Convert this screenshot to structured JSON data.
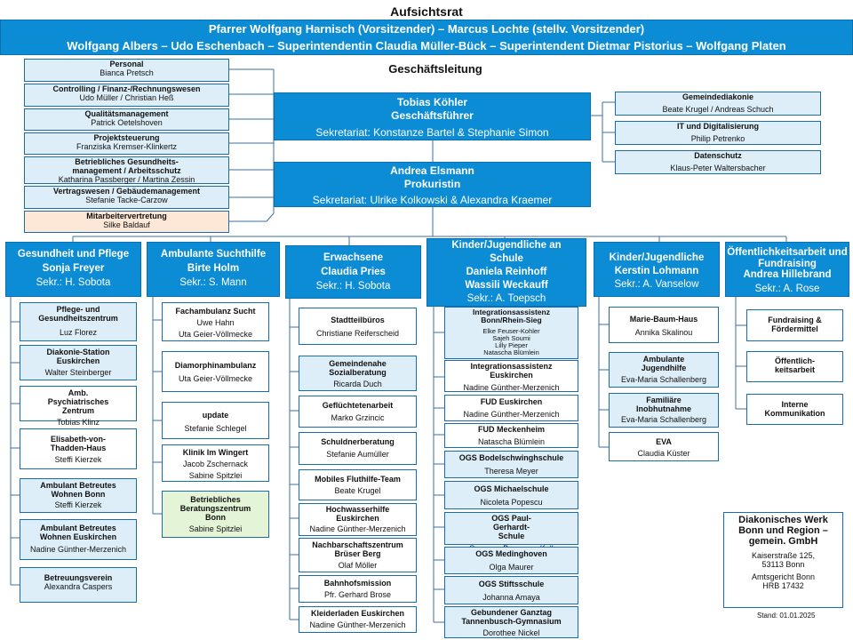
{
  "aufsichtsrat": {
    "title": "Aufsichtsrat",
    "line1": "Pfarrer Wolfgang Harnisch (Vorsitzender) – Marcus Lochte (stellv. Vorsitzender)",
    "line2": "Wolfgang Albers – Udo Eschenbach – Superintendentin Claudia Müller-Bück – Superintendent Dietmar Pistorius – Wolfgang Platen"
  },
  "geschaeftsleitung_title": "Geschäftsleitung",
  "gf": {
    "name": "Tobias Köhler",
    "role": "Geschäftsführer",
    "sek": "Sekretariat: Konstanze Bartel & Stephanie Simon"
  },
  "prokurist": {
    "name": "Andrea Elsmann",
    "role": "Prokuristin",
    "sek": "Sekretariat: Ulrike Kolkowski & Alexandra Kraemer"
  },
  "staff_left": [
    {
      "title": "Personal",
      "person": "Bianca Pretsch"
    },
    {
      "title": "Controlling / Finanz-/Rechnungswesen",
      "person": "Udo Müller / Christian Heß"
    },
    {
      "title": "Qualitätsmanagement",
      "person": "Patrick Oetelshoven"
    },
    {
      "title": "Projektsteuerung",
      "person": "Franziska Kremser-Klinkertz"
    },
    {
      "title": "Betriebliches Gesundheits-management / Arbeitsschutz",
      "person": "Katharina Passberger / Martina Zessin"
    },
    {
      "title": "Vertragswesen / Gebäudemanagement",
      "person": "Stefanie Tacke-Carzow"
    },
    {
      "title": "Mitarbeitervertretung",
      "person": "Silke Baldauf"
    }
  ],
  "staff_right": [
    {
      "title": "Gemeindediakonie",
      "person": "Beate Krugel / Andreas Schuch"
    },
    {
      "title": "IT und Digitalisierung",
      "person": "Philip Petrenko"
    },
    {
      "title": "Datenschutz",
      "person": "Klaus-Peter Waltersbacher"
    }
  ],
  "departments": [
    {
      "title": "Gesundheit und Pflege",
      "head": "Sonja Freyer",
      "sek": "Sekr.: H. Sobota",
      "units": [
        {
          "title": "Pflege- und Gesundheitszentrum",
          "person": "Luz Florez"
        },
        {
          "title": "Diakonie-Station Euskirchen",
          "person": "Walter Steinberger"
        },
        {
          "title": "Amb. Psychiatrisches Zentrum",
          "person": "Tobias Klinz"
        },
        {
          "title": "Elisabeth-von-Thadden-Haus",
          "person": "Steffi Kierzek"
        },
        {
          "title": "Ambulant Betreutes Wohnen Bonn",
          "person": "Steffi Kierzek"
        },
        {
          "title": "Ambulant Betreutes Wohnen Euskirchen",
          "person": "Nadine Günther-Merzenich"
        },
        {
          "title": "Betreuungsverein",
          "person": "Alexandra Caspers"
        }
      ]
    },
    {
      "title": "Ambulante Suchthilfe",
      "head": "Birte Holm",
      "sek": "Sekr.: S. Mann",
      "units": [
        {
          "title": "Fachambulanz Sucht",
          "person": "Uwe Hahn",
          "person2": "Uta Geier-Völlmecke"
        },
        {
          "title": "Diamorphinambulanz",
          "person": "Uta Geier-Völlmecke"
        },
        {
          "title": "update",
          "person": "Stefanie Schlegel"
        },
        {
          "title": "Klinik Im Wingert",
          "person": "Jacob Zschernack",
          "person2": "Sabine Spitzlei"
        },
        {
          "title": "Betriebliches Beratungszentrum Bonn",
          "person": "Sabine Spitzlei"
        }
      ]
    },
    {
      "title": "Erwachsene",
      "head": "Claudia Pries",
      "sek": "Sekr.: H. Sobota",
      "units": [
        {
          "title": "Stadtteilbüros",
          "person": "Christiane Reiferscheid"
        },
        {
          "title": "Gemeindenahe Sozialberatung",
          "person": "Ricarda Duch"
        },
        {
          "title": "Geflüchtetenarbeit",
          "person": "Marko Grzincic"
        },
        {
          "title": "Schuldnerberatung",
          "person": "Stefanie Aumüller"
        },
        {
          "title": "Mobiles Fluthilfe-Team",
          "person": "Beate Krugel"
        },
        {
          "title": "Hochwasserhilfe Euskirchen",
          "person": "Nadine Günther-Merzenich"
        },
        {
          "title": "Nachbarschaftszentrum Brüser Berg",
          "person": "Olaf Möller"
        },
        {
          "title": "Bahnhofsmission",
          "person": "Pfr. Gerhard Brose"
        },
        {
          "title": "Kleiderladen Euskirchen",
          "person": "Nadine Günther-Merzenich"
        }
      ]
    },
    {
      "title": "Kinder/Jugendliche an Schule",
      "head": "Daniela Reinhoff",
      "head2": "Wassili Weckauff",
      "sek": "Sekr.: A. Toepsch",
      "units": [
        {
          "title": "Integrationsassistenz Bonn/Rhein-Sieg",
          "people": [
            "Elke Feuser-Kohler",
            "Sajeh Soumi",
            "Lilly Pieper",
            "Natascha Blümlein"
          ]
        },
        {
          "title": "Integrationsassistenz Euskirchen",
          "person": "Nadine Günther-Merzenich"
        },
        {
          "title": "FUD Euskirchen",
          "person": "Nadine Günther-Merzenich"
        },
        {
          "title": "FUD Meckenheim",
          "person": "Natascha Blümlein"
        },
        {
          "title": "OGS Bodelschwinghschule",
          "person": "Theresa Meyer"
        },
        {
          "title": "OGS Michaelschule",
          "person": "Nicoleta Popescu"
        },
        {
          "title": "OGS Paul-Gerhardt-Schule",
          "person": "Susanne Baumann-Koll"
        },
        {
          "title": "OGS Medinghoven",
          "person": "Olga Maurer"
        },
        {
          "title": "OGS Stiftsschule",
          "person": "Johanna Amaya"
        },
        {
          "title": "Gebundener Ganztag Tannenbusch-Gymnasium",
          "person": "Dorothee Nickel"
        }
      ]
    },
    {
      "title": "Kinder/Jugendliche",
      "head": "Kerstin Lohmann",
      "sek": "Sekr.: A. Vanselow",
      "units": [
        {
          "title": "Marie-Baum-Haus",
          "person": "Annika Skalinou"
        },
        {
          "title": "Ambulante Jugendhilfe",
          "person": "Eva-Maria Schallenberg"
        },
        {
          "title": "Familiäre Inobhutnahme",
          "person": "Eva-Maria Schallenberg"
        },
        {
          "title": "EVA",
          "person": "Claudia Küster"
        }
      ]
    },
    {
      "title": "Öffentlichkeitsarbeit und Fundraising",
      "head": "Andrea Hillebrand",
      "sek": "Sekr.: A. Rose",
      "units": [
        {
          "title": "Fundraising & Fördermittel"
        },
        {
          "title": "Öffentlich-keitsarbeit"
        },
        {
          "title": "Interne Kommunikation"
        }
      ]
    }
  ],
  "company": {
    "name": "Diakonisches Werk Bonn und Region – gemein. GmbH",
    "address1": "Kaiserstraße 125,",
    "address2": "53113 Bonn",
    "court": "Amtsgericht Bonn",
    "hrb": "HRB 17432",
    "stand": "Stand: 01.01.2025"
  },
  "colors": {
    "primary": "#0d8cd6",
    "light": "#ddeef8",
    "peach": "#fde7d6",
    "green": "#e3f4d7",
    "line": "#3b6fa0"
  }
}
